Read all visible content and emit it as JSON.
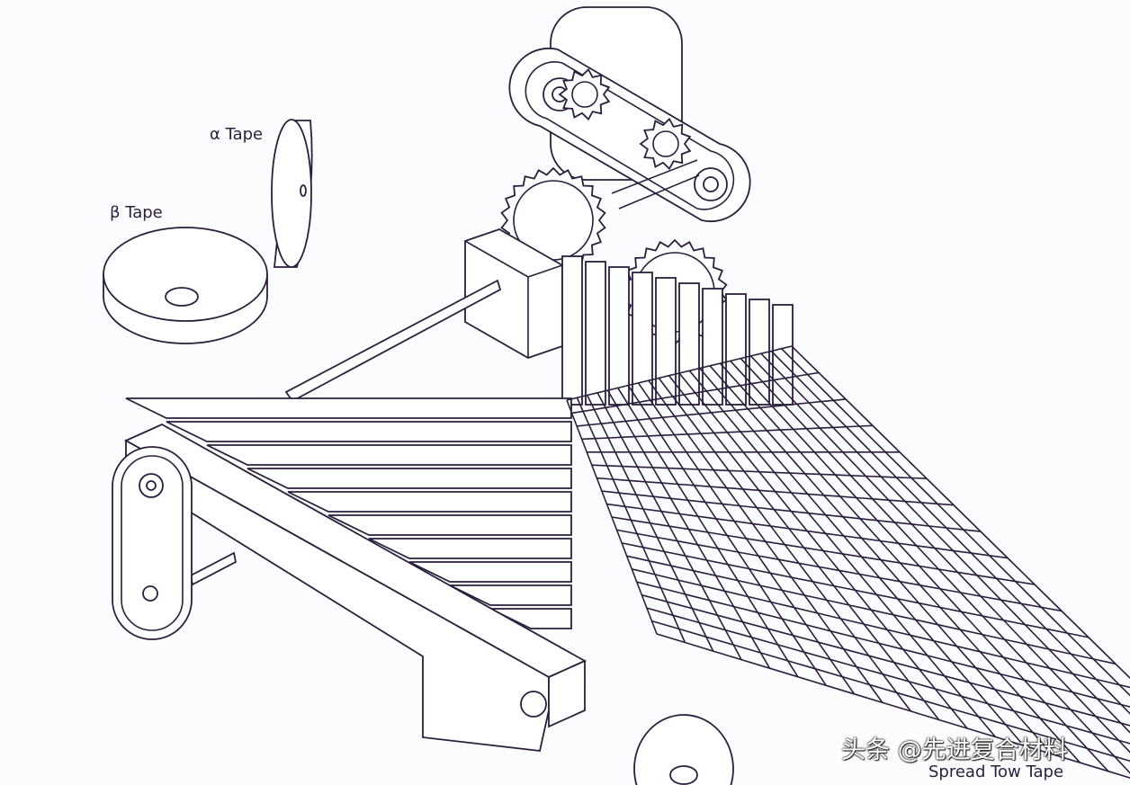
{
  "labels": {
    "alpha_tape": "α Tape",
    "beta_tape": "β Tape",
    "spread_tow_tape": "Spread Tow Tape"
  },
  "watermark": "头条 @先进复合材料",
  "colors": {
    "line": "#2a1f3d",
    "background": "#fcfcfe"
  }
}
